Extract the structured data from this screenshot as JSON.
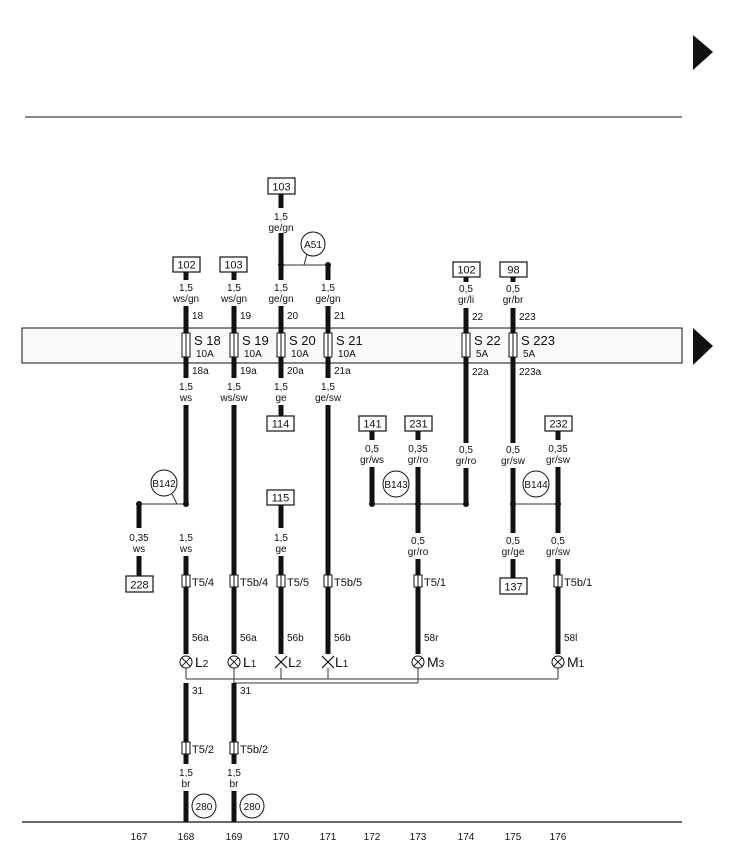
{
  "columns": [
    "167",
    "168",
    "169",
    "170",
    "171",
    "172",
    "173",
    "174",
    "175",
    "176"
  ],
  "refs": {
    "r103a": "103",
    "r102a": "102",
    "r103b": "103",
    "r102b": "102",
    "r98": "98",
    "r114": "114",
    "r115": "115",
    "r141": "141",
    "r231": "231",
    "r232": "232",
    "r228": "228",
    "r137": "137"
  },
  "circles": {
    "a51": "A51",
    "b142": "B142",
    "b143": "B143",
    "b144": "B144",
    "g280a": "280",
    "g280b": "280"
  },
  "fuses": [
    {
      "name": "S 18",
      "rating": "10A"
    },
    {
      "name": "S 19",
      "rating": "10A"
    },
    {
      "name": "S 20",
      "rating": "10A"
    },
    {
      "name": "S 21",
      "rating": "10A"
    },
    {
      "name": "S 22",
      "rating": "5A"
    },
    {
      "name": "S 223",
      "rating": "5A"
    }
  ],
  "wires": {
    "top103": {
      "size": "1,5",
      "color": "ge/gn"
    },
    "c168a": {
      "size": "1,5",
      "color": "ws/gn",
      "num": "18"
    },
    "c169a": {
      "size": "1,5",
      "color": "ws/gn",
      "num": "19"
    },
    "c170a": {
      "size": "1,5",
      "color": "ge/gn",
      "num": "20"
    },
    "c171a": {
      "size": "1,5",
      "color": "ge/gn",
      "num": "21"
    },
    "c174a": {
      "size": "0,5",
      "color": "gr/li",
      "num": "22"
    },
    "c175a": {
      "size": "0,5",
      "color": "gr/br",
      "num": "223"
    },
    "c168b": {
      "size": "1,5",
      "color": "ws",
      "num": "18a"
    },
    "c169b": {
      "size": "1,5",
      "color": "ws/sw",
      "num": "19a"
    },
    "c170b": {
      "size": "1,5",
      "color": "ge",
      "num": "20a"
    },
    "c171b": {
      "size": "1,5",
      "color": "ge/sw",
      "num": "21a"
    },
    "c174b": {
      "size": "0,5",
      "color": "gr/ro",
      "num": "22a"
    },
    "c175b": {
      "size": "0,5",
      "color": "gr/sw",
      "num": "223a"
    },
    "c172": {
      "size": "0,5",
      "color": "gr/ws"
    },
    "c173a": {
      "size": "0,35",
      "color": "gr/ro"
    },
    "c176a": {
      "size": "0,35",
      "color": "gr/sw"
    },
    "c167": {
      "size": "0,35",
      "color": "ws"
    },
    "c168c": {
      "size": "1,5",
      "color": "ws"
    },
    "c170c": {
      "size": "1,5",
      "color": "ge"
    },
    "c173b": {
      "size": "0,5",
      "color": "gr/ro"
    },
    "c175c": {
      "size": "0,5",
      "color": "gr/ge"
    },
    "c176b": {
      "size": "0,5",
      "color": "gr/sw"
    },
    "c168g": {
      "size": "1,5",
      "color": "br"
    },
    "c169g": {
      "size": "1,5",
      "color": "br"
    }
  },
  "connectors": {
    "t168": "T5/4",
    "t169": "T5b/4",
    "t170": "T5/5",
    "t171": "T5b/5",
    "t173": "T5/1",
    "t176": "T5b/1",
    "t168g": "T5/2",
    "t169g": "T5b/2"
  },
  "terminals": {
    "p168": "56a",
    "p169": "56a",
    "p170": "56b",
    "p171": "56b",
    "p173": "58r",
    "p176": "58l",
    "g168": "31",
    "g169": "31"
  },
  "lamps": [
    {
      "name": "L",
      "sub": "2"
    },
    {
      "name": "L",
      "sub": "1"
    },
    {
      "name": "L",
      "sub": "2"
    },
    {
      "name": "L",
      "sub": "1"
    },
    {
      "name": "M",
      "sub": "3"
    },
    {
      "name": "M",
      "sub": "1"
    }
  ]
}
